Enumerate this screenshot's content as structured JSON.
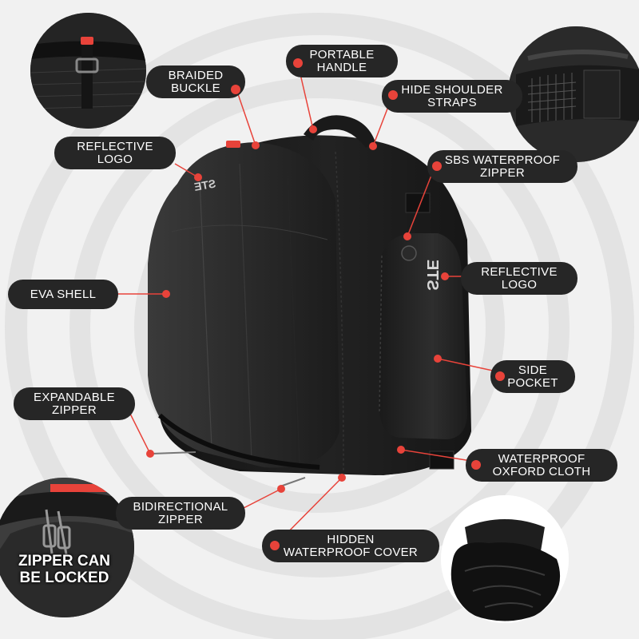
{
  "callouts": {
    "braided_buckle": {
      "line1": "BRAIDED",
      "line2": "BUCKLE"
    },
    "portable_handle": {
      "line1": "PORTABLE",
      "line2": "HANDLE"
    },
    "hide_shoulder_straps": {
      "line1": "HIDE SHOULDER",
      "line2": "STRAPS"
    },
    "reflective_logo_top": {
      "line1": "REFLECTIVE",
      "line2": "LOGO"
    },
    "sbs_waterproof_zipper": {
      "line1": "SBS WATERPROOF",
      "line2": "ZIPPER"
    },
    "reflective_logo_side": {
      "line1": "REFLECTIVE",
      "line2": "LOGO"
    },
    "eva_shell": {
      "line1": "EVA SHELL"
    },
    "side_pocket": {
      "line1": "SIDE",
      "line2": "POCKET"
    },
    "expandable_zipper": {
      "line1": "EXPANDABLE",
      "line2": "ZIPPER"
    },
    "waterproof_oxford_cloth": {
      "line1": "WATERPROOF",
      "line2": "OXFORD CLOTH"
    },
    "bidirectional_zipper": {
      "line1": "BIDIRECTIONAL",
      "line2": "ZIPPER"
    },
    "hidden_waterproof_cover": {
      "line1": "HIDDEN",
      "line2": "WATERPROOF COVER"
    }
  },
  "insets": {
    "zipper_lock": {
      "line1": "ZIPPER CAN",
      "line2": "BE LOCKED"
    }
  },
  "logo_text": "ƎTƧ",
  "colors": {
    "background": "#f1f1f1",
    "rings": "#e4e4e4",
    "label_bg": "#262626",
    "label_text": "#ffffff",
    "accent_red": "#e8433a",
    "bag_shell": "#2a2a2a",
    "bag_body": "#1b1b1b"
  }
}
